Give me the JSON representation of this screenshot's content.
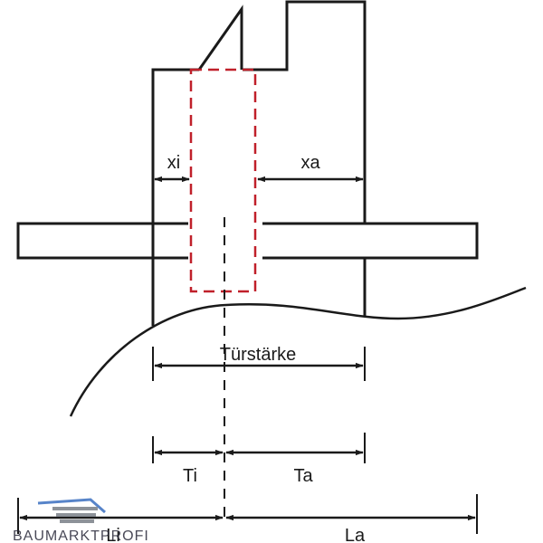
{
  "labels": {
    "xi": "xi",
    "xa": "xa",
    "door_thickness": "Türstärke",
    "ti": "Ti",
    "ta": "Ta",
    "li": "Li",
    "la": "La"
  },
  "watermark": {
    "text": "BAUMARKTPROFI"
  },
  "colors": {
    "outline": "#1a1a1a",
    "cylinder_dashed": "#c0202a",
    "watermark_blue": "#3a6fc0",
    "watermark_gray": "#7a7f88"
  }
}
